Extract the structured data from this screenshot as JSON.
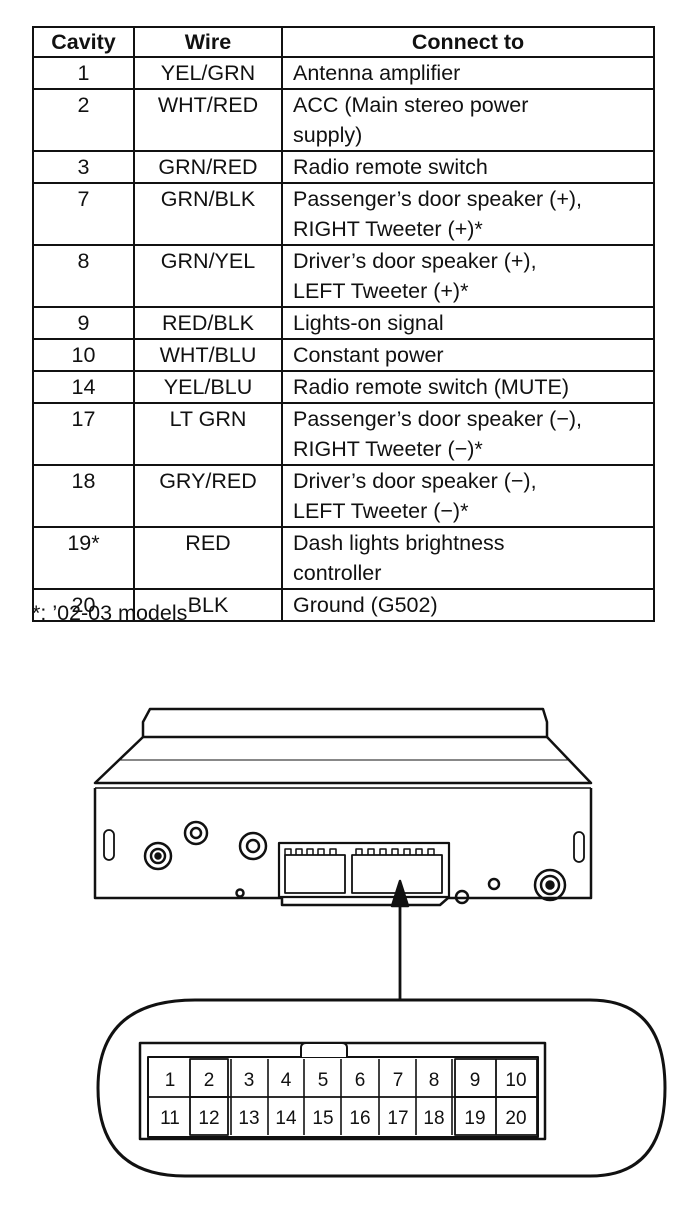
{
  "table": {
    "headers": [
      "Cavity",
      "Wire",
      "Connect to"
    ],
    "rows": [
      {
        "cavity": "1",
        "wire": "YEL/GRN",
        "connect": [
          "Antenna amplifier"
        ]
      },
      {
        "cavity": "2",
        "wire": "WHT/RED",
        "connect": [
          "ACC (Main stereo power",
          "supply)"
        ]
      },
      {
        "cavity": "3",
        "wire": "GRN/RED",
        "connect": [
          "Radio remote switch"
        ]
      },
      {
        "cavity": "7",
        "wire": "GRN/BLK",
        "connect": [
          "Passenger’s door speaker (+),",
          "RIGHT Tweeter (+)*"
        ]
      },
      {
        "cavity": "8",
        "wire": "GRN/YEL",
        "connect": [
          "Driver’s door speaker (+),",
          "LEFT Tweeter (+)*"
        ]
      },
      {
        "cavity": "9",
        "wire": "RED/BLK",
        "connect": [
          "Lights-on signal"
        ]
      },
      {
        "cavity": "10",
        "wire": "WHT/BLU",
        "connect": [
          "Constant power"
        ]
      },
      {
        "cavity": "14",
        "wire": "YEL/BLU",
        "connect": [
          "Radio remote switch (MUTE)"
        ]
      },
      {
        "cavity": "17",
        "wire": "LT GRN",
        "connect": [
          "Passenger’s door speaker (−),",
          "RIGHT Tweeter (−)*"
        ]
      },
      {
        "cavity": "18",
        "wire": "GRY/RED",
        "connect": [
          "Driver’s door speaker (−),",
          "LEFT Tweeter (−)*"
        ]
      },
      {
        "cavity": "19*",
        "wire": "RED",
        "connect": [
          "Dash lights brightness",
          "controller"
        ]
      },
      {
        "cavity": "20",
        "wire": "BLK",
        "connect": [
          "Ground (G502)"
        ]
      }
    ]
  },
  "footnote": "*: ’02-03 models",
  "connector": {
    "top_row": [
      "1",
      "2",
      "3",
      "4",
      "5",
      "6",
      "7",
      "8",
      "9",
      "10"
    ],
    "bottom_row": [
      "11",
      "12",
      "13",
      "14",
      "15",
      "16",
      "17",
      "18",
      "19",
      "20"
    ]
  }
}
